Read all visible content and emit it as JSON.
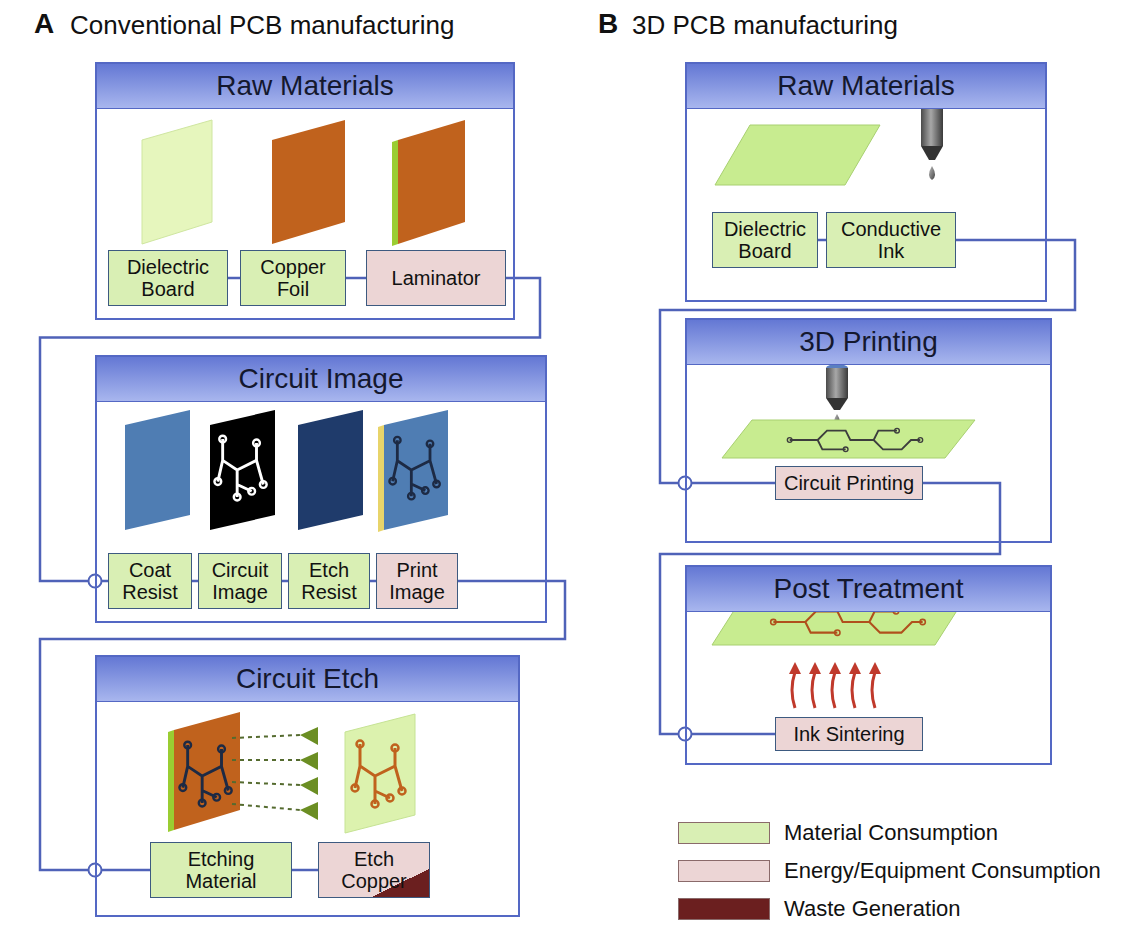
{
  "diagram": {
    "nodes": [
      {
        "text": [
          "Raw Materials"
        ]
      },
      {
        "text": [
          "Dielectric Board"
        ],
        "in": 0
      },
      {
        "text": [
          "Copper Foil"
        ],
        "in": 0
      },
      {
        "text": [
          "Laminator"
        ],
        "in": 0
      },
      {
        "text": [
          "Circuit Image"
        ]
      },
      {
        "text": [
          "Coat Resist"
        ],
        "in": 4
      },
      {
        "text": [
          "Circuit Image"
        ],
        "in": 4
      },
      {
        "text": [
          "Etch Resist"
        ],
        "in": 4
      },
      {
        "text": [
          "Print Image"
        ],
        "in": 4
      },
      {
        "text": [
          "Circuit Etch"
        ]
      },
      {
        "text": [
          "Etching Material"
        ],
        "in": 9
      },
      {
        "text": [
          "Etch Copper"
        ],
        "in": 9
      },
      {
        "text": [
          "Raw Materials"
        ]
      },
      {
        "text": [
          "Dielectric Board"
        ],
        "in": 12
      },
      {
        "text": [
          "Conductive Ink"
        ],
        "in": 12
      },
      {
        "text": [
          "3D Printing"
        ]
      },
      {
        "text": [
          "Circuit Printing"
        ],
        "in": 15
      },
      {
        "text": [
          "Post Treatment"
        ]
      },
      {
        "text": [
          "Ink Sintering"
        ],
        "in": 17
      }
    ],
    "edges": [
      {
        "from": 1,
        "to": 2,
        "arrow": "none"
      },
      {
        "from": 2,
        "to": 3,
        "arrow": "none"
      },
      {
        "from": 3,
        "to": 4,
        "arrow": "to"
      },
      {
        "from": 5,
        "to": 6,
        "arrow": "none"
      },
      {
        "from": 6,
        "to": 7,
        "arrow": "none"
      },
      {
        "from": 7,
        "to": 8,
        "arrow": "none"
      },
      {
        "from": 8,
        "to": 9,
        "arrow": "to"
      },
      {
        "from": 10,
        "to": 11,
        "arrow": "none"
      },
      {
        "from": 13,
        "to": 14,
        "arrow": "none"
      },
      {
        "from": 14,
        "to": 15,
        "arrow": "to"
      },
      {
        "from": 16,
        "to": 17,
        "arrow": "to"
      }
    ],
    "labels": [
      "A",
      "Conventional PCB manufacturing",
      "B",
      "3D PCB manufacturing"
    ],
    "legend": [
      {
        "text": "Material Consumption",
        "color": "#d9efb4"
      },
      {
        "text": "Energy/Equipment Consumption",
        "color": "#ecd5d5"
      },
      {
        "text": "Waste Generation",
        "color": "#6b1f1f"
      }
    ]
  }
}
